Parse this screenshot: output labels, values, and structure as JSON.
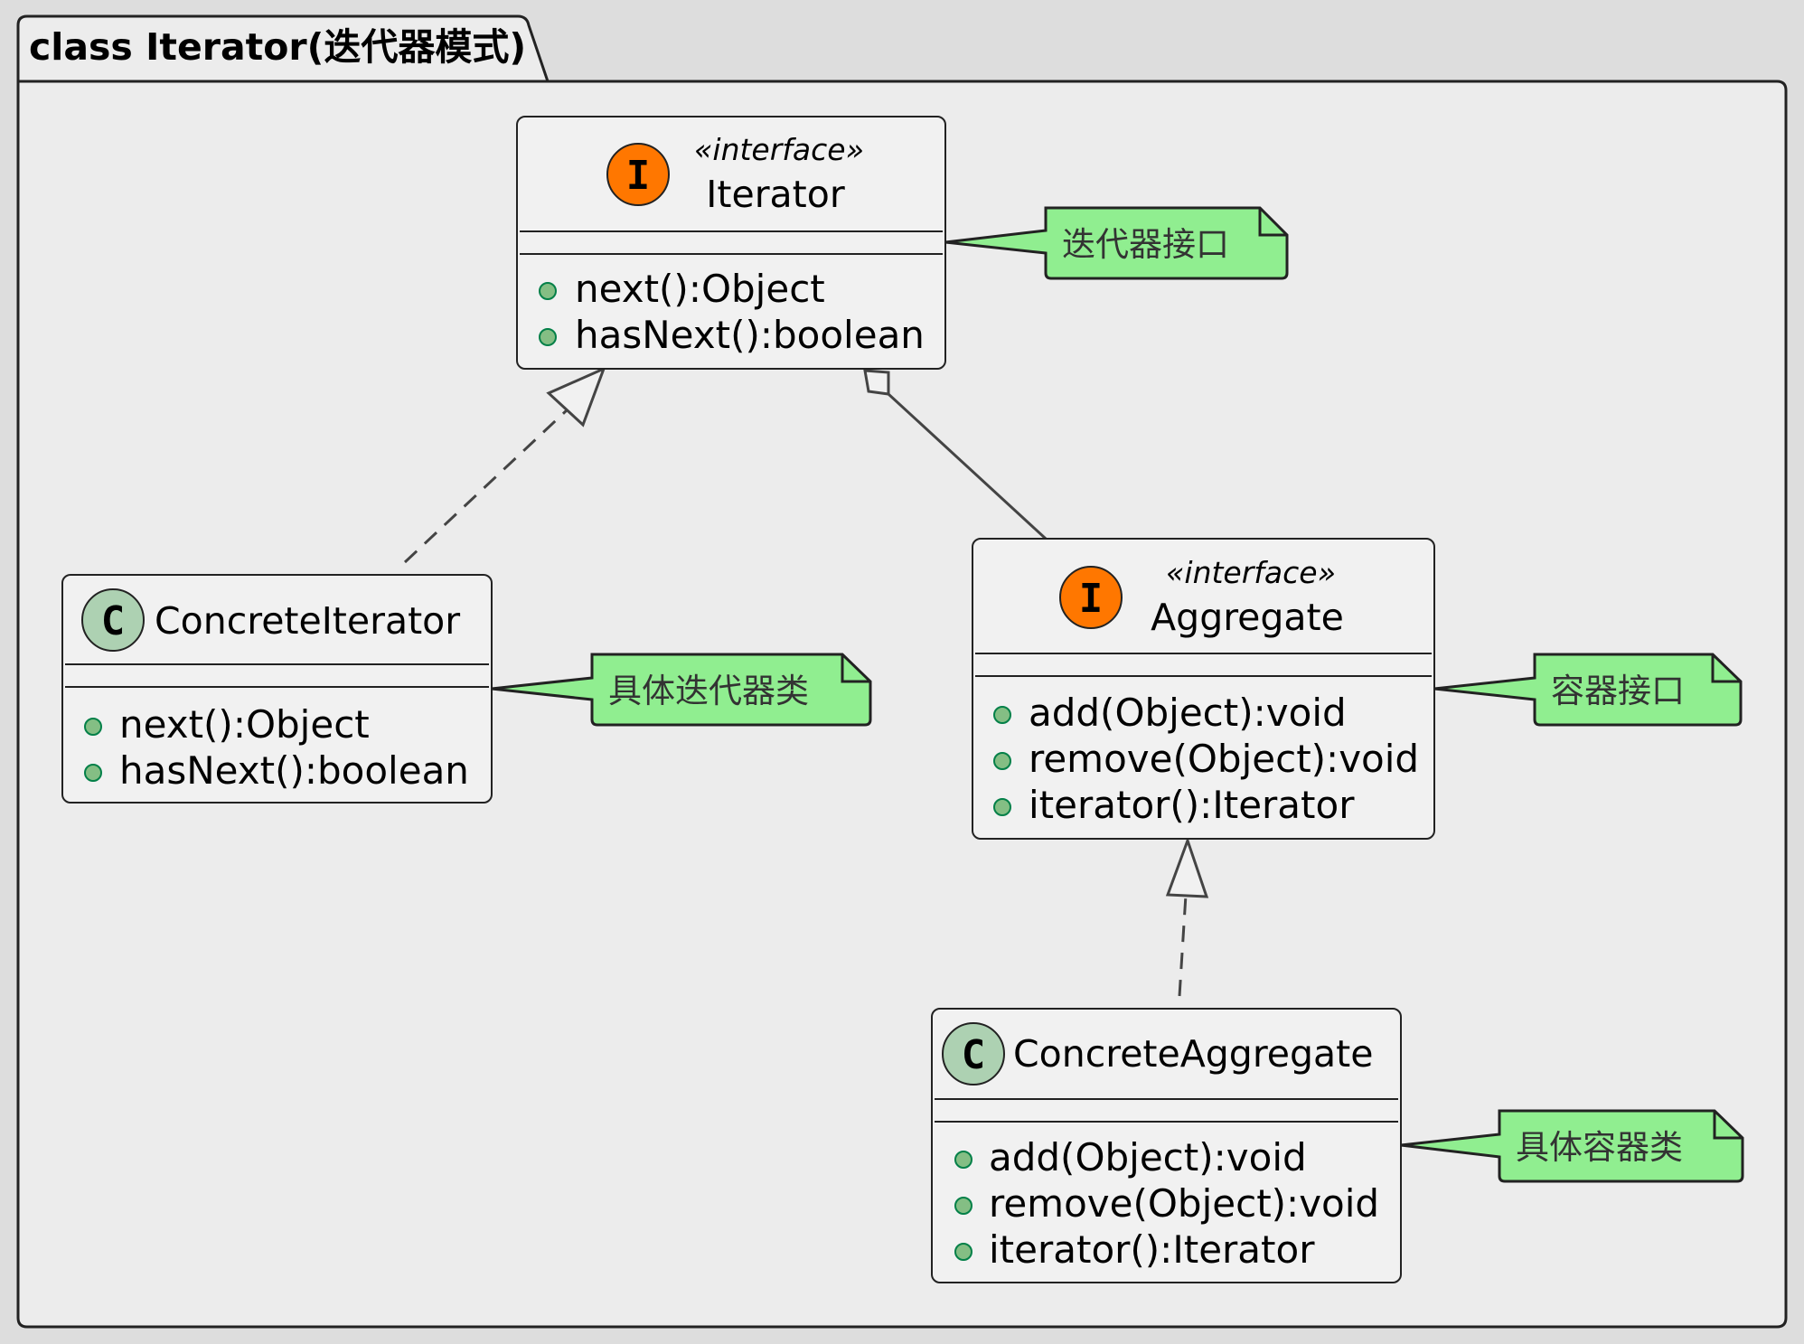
{
  "package": {
    "title": "class Iterator(迭代器模式)"
  },
  "colors": {
    "interface_badge": "#ff7700",
    "class_badge": "#add1b2",
    "note_fill": "#90ee90",
    "member_dot": "#84be84",
    "box_fill": "#f1f1f1",
    "package_fill": "#ececec"
  },
  "classes": {
    "iterator": {
      "badge": "I",
      "stereotype": "«interface»",
      "name": "Iterator",
      "members": [
        "next():Object",
        "hasNext():boolean"
      ]
    },
    "concrete_iterator": {
      "badge": "C",
      "name": "ConcreteIterator",
      "members": [
        "next():Object",
        "hasNext():boolean"
      ]
    },
    "aggregate": {
      "badge": "I",
      "stereotype": "«interface»",
      "name": "Aggregate",
      "members": [
        "add(Object):void",
        "remove(Object):void",
        "iterator():Iterator"
      ]
    },
    "concrete_aggregate": {
      "badge": "C",
      "name": "ConcreteAggregate",
      "members": [
        "add(Object):void",
        "remove(Object):void",
        "iterator():Iterator"
      ]
    }
  },
  "notes": {
    "iterator": "迭代器接口",
    "concrete_iterator": "具体迭代器类",
    "aggregate": "容器接口",
    "concrete_aggregate": "具体容器类"
  }
}
